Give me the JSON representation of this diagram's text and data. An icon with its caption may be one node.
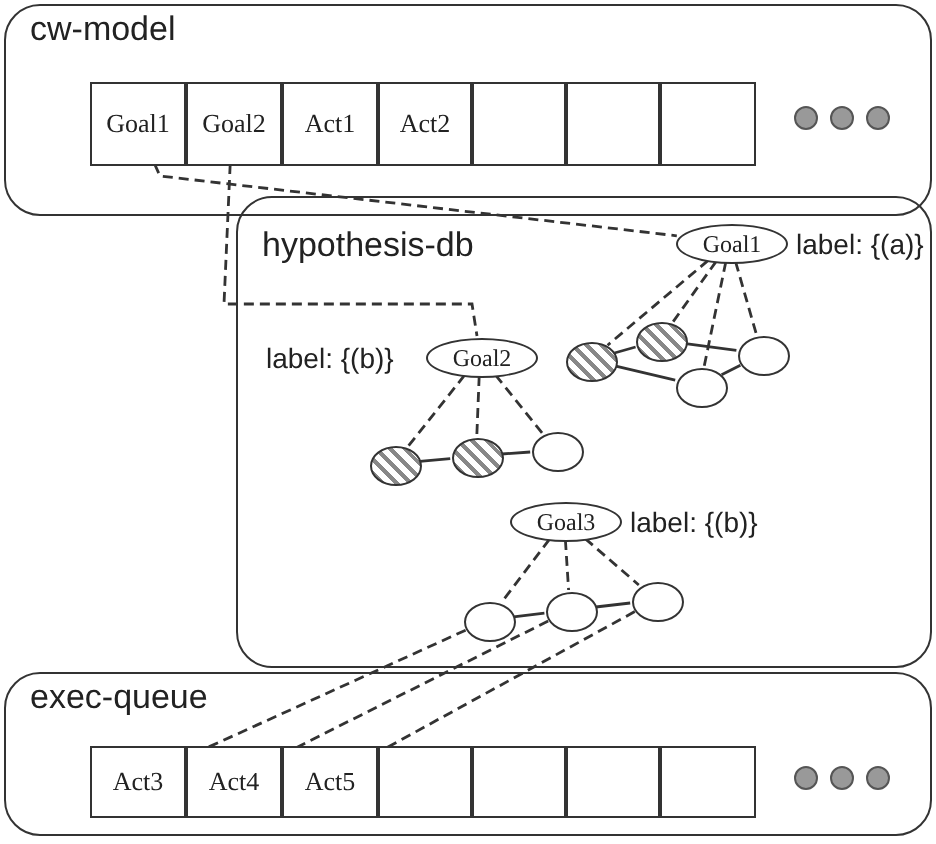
{
  "diagram": {
    "nodes": [
      {
        "text": [
          "cw-model"
        ]
      },
      {
        "text": [
          "Goal1"
        ],
        "in": 0
      },
      {
        "text": [
          "Goal2"
        ],
        "in": 0
      },
      {
        "text": [
          "Act1"
        ],
        "in": 0
      },
      {
        "text": [
          "Act2"
        ],
        "in": 0
      },
      {
        "text": [],
        "shape": "box",
        "in": 0
      },
      {
        "text": [],
        "shape": "box",
        "in": 0
      },
      {
        "text": [],
        "shape": "box",
        "in": 0
      },
      {
        "text": [
          "hypothesis-db"
        ]
      },
      {
        "text": [
          "Goal1"
        ],
        "beside": [
          "label: {(a)}"
        ],
        "in": 8
      },
      {
        "text": [],
        "shape": "circle",
        "in": 8
      },
      {
        "text": [],
        "shape": "circle",
        "in": 8
      },
      {
        "text": [],
        "shape": "circle",
        "in": 8
      },
      {
        "text": [],
        "shape": "circle",
        "in": 8
      },
      {
        "text": [
          "Goal2"
        ],
        "beside": [
          "label: {(b)}"
        ],
        "in": 8
      },
      {
        "text": [],
        "shape": "circle",
        "in": 8
      },
      {
        "text": [],
        "shape": "circle",
        "in": 8
      },
      {
        "text": [],
        "shape": "circle",
        "in": 8
      },
      {
        "text": [
          "Goal3"
        ],
        "beside": [
          "label: {(b)}"
        ],
        "in": 8
      },
      {
        "text": [],
        "shape": "circle",
        "in": 8
      },
      {
        "text": [],
        "shape": "circle",
        "in": 8
      },
      {
        "text": [],
        "shape": "circle",
        "in": 8
      },
      {
        "text": [
          "exec-queue"
        ]
      },
      {
        "text": [
          "Act3"
        ],
        "in": 22
      },
      {
        "text": [
          "Act4"
        ],
        "in": 22
      },
      {
        "text": [
          "Act5"
        ],
        "in": 22
      },
      {
        "text": [],
        "shape": "box",
        "in": 22
      },
      {
        "text": [],
        "shape": "box",
        "in": 22
      },
      {
        "text": [],
        "shape": "box",
        "in": 22
      },
      {
        "text": [],
        "shape": "box",
        "in": 22
      }
    ],
    "edges": [
      {
        "from": 1,
        "to": 9,
        "arrow": "none",
        "style": "dashed"
      },
      {
        "from": 2,
        "to": 14,
        "arrow": "none",
        "style": "dashed"
      },
      {
        "from": 9,
        "to": 10,
        "arrow": "none",
        "style": "dashed"
      },
      {
        "from": 9,
        "to": 11,
        "arrow": "none",
        "style": "dashed"
      },
      {
        "from": 9,
        "to": 13,
        "arrow": "none",
        "style": "dashed"
      },
      {
        "from": 9,
        "to": 12,
        "arrow": "none",
        "style": "dashed"
      },
      {
        "from": 10,
        "to": 11,
        "arrow": "none"
      },
      {
        "from": 11,
        "to": 12,
        "arrow": "none"
      },
      {
        "from": 10,
        "to": 13,
        "arrow": "none"
      },
      {
        "from": 13,
        "to": 12,
        "arrow": "none"
      },
      {
        "from": 14,
        "to": 15,
        "arrow": "none",
        "style": "dashed"
      },
      {
        "from": 14,
        "to": 16,
        "arrow": "none",
        "style": "dashed"
      },
      {
        "from": 14,
        "to": 17,
        "arrow": "none",
        "style": "dashed"
      },
      {
        "from": 15,
        "to": 16,
        "arrow": "none"
      },
      {
        "from": 16,
        "to": 17,
        "arrow": "none"
      },
      {
        "from": 18,
        "to": 19,
        "arrow": "none",
        "style": "dashed"
      },
      {
        "from": 18,
        "to": 20,
        "arrow": "none",
        "style": "dashed"
      },
      {
        "from": 18,
        "to": 21,
        "arrow": "none",
        "style": "dashed"
      },
      {
        "from": 19,
        "to": 20,
        "arrow": "none"
      },
      {
        "from": 20,
        "to": 21,
        "arrow": "none"
      },
      {
        "from": 19,
        "to": 23,
        "arrow": "none",
        "style": "dashed"
      },
      {
        "from": 20,
        "to": 24,
        "arrow": "none",
        "style": "dashed"
      },
      {
        "from": 21,
        "to": 25,
        "arrow": "none",
        "style": "dashed"
      }
    ]
  }
}
